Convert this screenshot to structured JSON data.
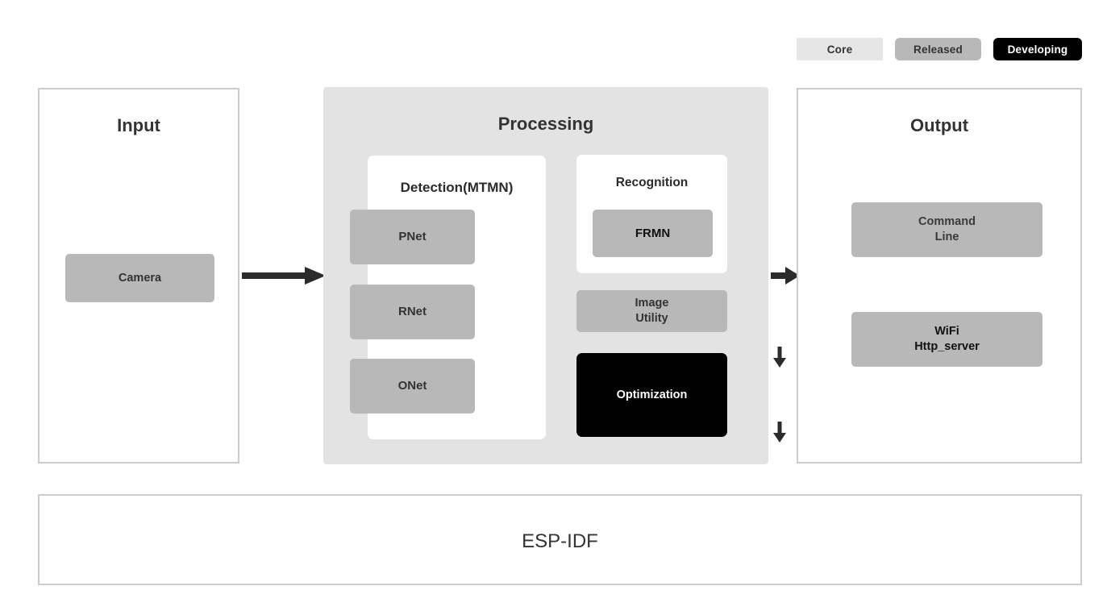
{
  "legend": {
    "items": [
      {
        "label": "Core",
        "color": "#e6e6e6"
      },
      {
        "label": "Released",
        "color": "#b8b8b8"
      },
      {
        "label": "Developing",
        "color": "#000000"
      }
    ]
  },
  "panels": {
    "input": {
      "title": "Input",
      "boxes": [
        {
          "label": "Camera",
          "status": "Released"
        }
      ]
    },
    "processing": {
      "title": "Processing",
      "detection": {
        "title": "Detection(MTMN)",
        "stages": [
          {
            "label": "PNet",
            "status": "Released"
          },
          {
            "label": "RNet",
            "status": "Released"
          },
          {
            "label": "ONet",
            "status": "Released"
          }
        ]
      },
      "recognition": {
        "title": "Recognition",
        "boxes": [
          {
            "label": "FRMN",
            "status": "Released"
          }
        ]
      },
      "extras": [
        {
          "label_line1": "Image",
          "label_line2": "Utility",
          "status": "Released"
        },
        {
          "label": "Optimization",
          "status": "Developing"
        }
      ]
    },
    "output": {
      "title": "Output",
      "boxes": [
        {
          "label_line1": "Command",
          "label_line2": "Line",
          "status": "Released"
        },
        {
          "label_line1": "WiFi",
          "label_line2": "Http_server",
          "status": "Released"
        }
      ]
    },
    "foundation": {
      "title": "ESP-IDF"
    }
  },
  "arrows": {
    "input_to_processing": "arrow-right",
    "processing_to_output": "arrow-right",
    "pnet_to_rnet": "arrow-down",
    "rnet_to_onet": "arrow-down"
  },
  "colors": {
    "released": "#b8b8b8",
    "core": "#e6e6e6",
    "developing": "#000000",
    "panel_border": "#cccccc",
    "processing_bg": "#e3e3e3",
    "arrow": "#2b2b2b"
  }
}
